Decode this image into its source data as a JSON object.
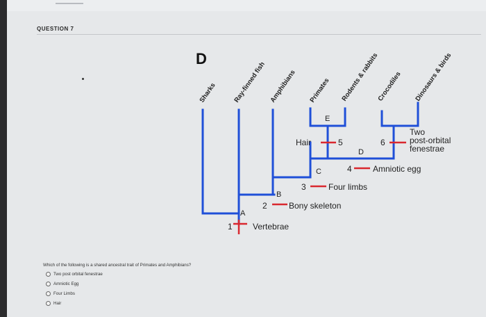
{
  "question_header": "QUESTION 7",
  "diagram": {
    "title": "D",
    "taxa": [
      "Sharks",
      "Ray-finned fish",
      "Amphibians",
      "Primates",
      "Rodents & rabbits",
      "Crocodiles",
      "Dinosaurs & birds"
    ],
    "node_labels": [
      "A",
      "B",
      "C",
      "D",
      "E"
    ],
    "traits": [
      {
        "num": "1",
        "label": "Vertebrae"
      },
      {
        "num": "2",
        "label": "Bony skeleton"
      },
      {
        "num": "3",
        "label": "Four limbs"
      },
      {
        "num": "4",
        "label": "Amniotic egg"
      },
      {
        "num": "5",
        "label": "Hair"
      },
      {
        "num": "6",
        "label": "Two post-orbital fenestrae"
      }
    ],
    "trait6_lines": [
      "Two",
      "post-orbital",
      "fenestrae"
    ],
    "line_color": "#1f4fd8",
    "mark_color": "#d9282f"
  },
  "question_text": "Which of the following is a shared ancestral trait of Primates and Amphibians?",
  "options": [
    "Two post orbital fenestrae",
    "Amniotic Egg",
    "Four Limbs",
    "Hair"
  ]
}
